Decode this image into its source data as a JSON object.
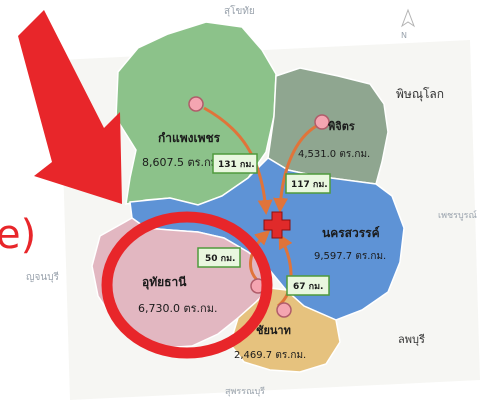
{
  "map": {
    "north_label": "N",
    "outer_labels": {
      "top": "สุโขทัย",
      "right_top": "พิษณุโลก",
      "right_mid": "เพชรบูรณ์",
      "right_bottom": "ลพบุรี",
      "left_mid": "ญจนบุรี",
      "bottom": "สุพรรณบุรี"
    },
    "provinces": [
      {
        "name": "กำแพงเพชร",
        "area": "8,607.5 ตร.กม.",
        "color": "#8cc28a"
      },
      {
        "name": "พิจิตร",
        "area": "4,531.0 ตร.กม.",
        "color": "#8fa690"
      },
      {
        "name": "นครสวรรค์",
        "area": "9,597.7 ตร.กม.",
        "color": "#5e93d6"
      },
      {
        "name": "อุทัยธานี",
        "area": "6,730.0 ตร.กม.",
        "color": "#e2b7c1"
      },
      {
        "name": "ชัยนาท",
        "area": "2,469.7 ตร.กม.",
        "color": "#e6c27e"
      }
    ],
    "distances": [
      "131 กม.",
      "117 กม.",
      "50 กม.",
      "67 กม."
    ],
    "annotation_fragment": "e)",
    "colors": {
      "annotation_red": "#e8262a",
      "route_orange": "#e0743a",
      "label_box_border": "#4f9a3c",
      "label_box_fill": "#e9f7df"
    }
  }
}
